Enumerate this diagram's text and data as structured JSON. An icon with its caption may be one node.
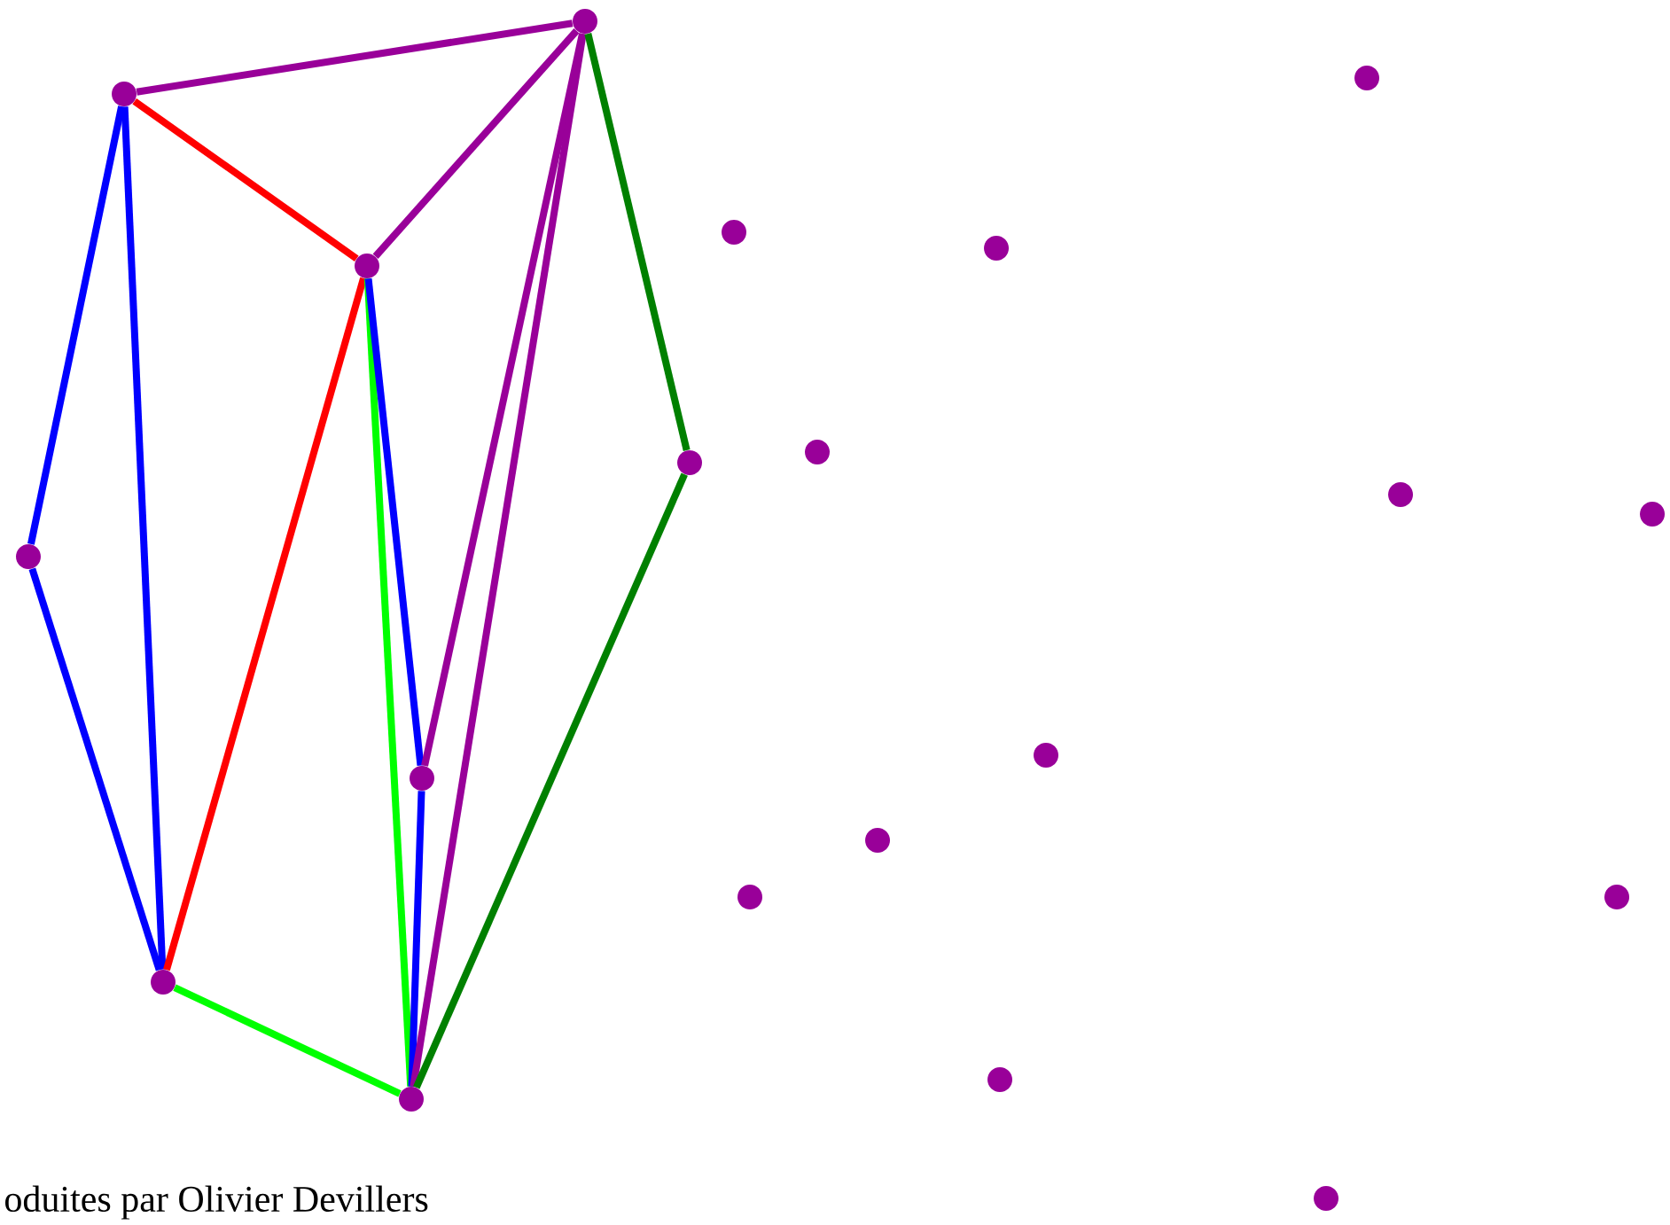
{
  "diagram": {
    "nodes": [
      {
        "text": [],
        "shape": "circle"
      },
      {
        "text": [],
        "shape": "circle"
      },
      {
        "text": [],
        "shape": "circle"
      },
      {
        "text": [],
        "shape": "circle"
      },
      {
        "text": [],
        "shape": "circle"
      },
      {
        "text": [],
        "shape": "circle"
      },
      {
        "text": [],
        "shape": "circle"
      },
      {
        "text": [],
        "shape": "circle"
      },
      {
        "text": [],
        "shape": "circle"
      },
      {
        "text": [],
        "shape": "circle"
      },
      {
        "text": [],
        "shape": "circle"
      },
      {
        "text": [],
        "shape": "circle"
      },
      {
        "text": [],
        "shape": "circle"
      },
      {
        "text": [],
        "shape": "circle"
      },
      {
        "text": [],
        "shape": "circle"
      },
      {
        "text": [],
        "shape": "circle"
      },
      {
        "text": [],
        "shape": "circle"
      },
      {
        "text": [],
        "shape": "circle"
      },
      {
        "text": [],
        "shape": "circle"
      },
      {
        "text": [],
        "shape": "circle"
      }
    ],
    "edges": [
      {
        "from": 1,
        "to": 6,
        "arrow": "none",
        "color": "#990099"
      },
      {
        "from": 1,
        "to": 3,
        "arrow": "none",
        "color": "#ff0000"
      },
      {
        "from": 1,
        "to": 0,
        "arrow": "none",
        "color": "#0000ff"
      },
      {
        "from": 1,
        "to": 2,
        "arrow": "none",
        "color": "#0000ff"
      },
      {
        "from": 0,
        "to": 2,
        "arrow": "none",
        "color": "#0000ff"
      },
      {
        "from": 2,
        "to": 3,
        "arrow": "none",
        "color": "#ff0000"
      },
      {
        "from": 2,
        "to": 4,
        "arrow": "none",
        "color": "#00ff00"
      },
      {
        "from": 3,
        "to": 6,
        "arrow": "none",
        "color": "#990099"
      },
      {
        "from": 3,
        "to": 4,
        "arrow": "none",
        "color": "#00ff00"
      },
      {
        "from": 3,
        "to": 5,
        "arrow": "none",
        "color": "#0000ff"
      },
      {
        "from": 5,
        "to": 4,
        "arrow": "none",
        "color": "#0000ff"
      },
      {
        "from": 5,
        "to": 6,
        "arrow": "none",
        "color": "#990099"
      },
      {
        "from": 4,
        "to": 6,
        "arrow": "none",
        "color": "#990099"
      },
      {
        "from": 6,
        "to": 7,
        "arrow": "none",
        "color": "#008000"
      },
      {
        "from": 7,
        "to": 4,
        "arrow": "none",
        "color": "#008000"
      }
    ],
    "labels": [
      "oduites par Olivier Devillers"
    ]
  }
}
